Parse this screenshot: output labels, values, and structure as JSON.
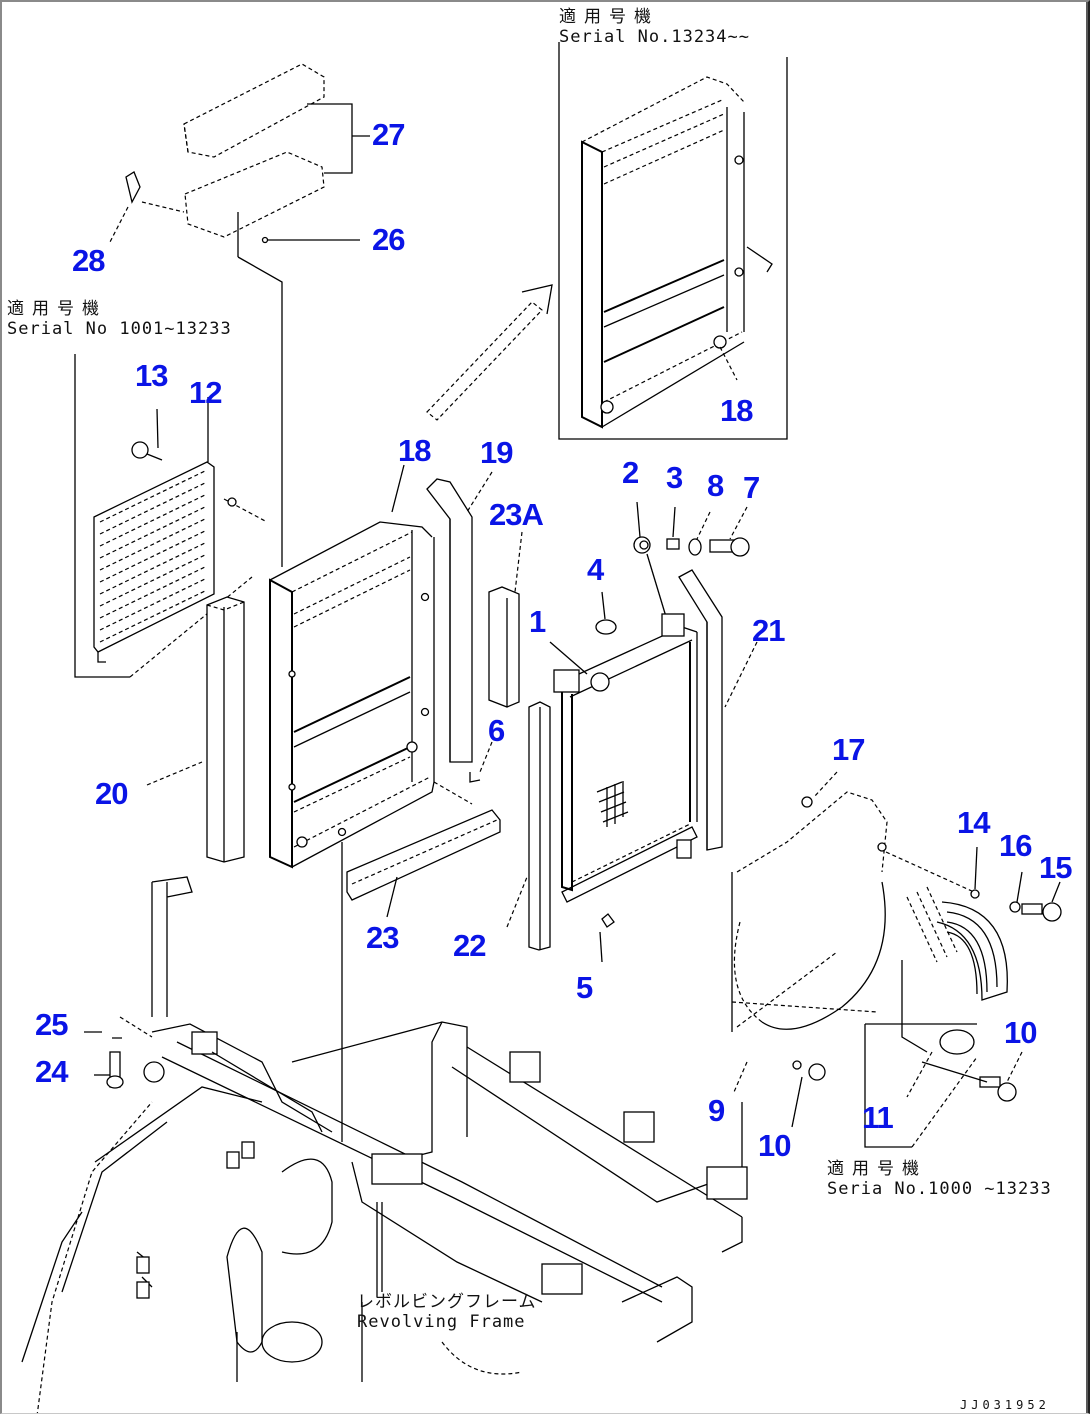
{
  "diagram": {
    "title": "Radiator, oil cooler and related parts exploded view",
    "document_id": "JJ031952",
    "colors": {
      "callout": "#0a14e6",
      "line": "#000000",
      "background": "#ffffff"
    },
    "applicability_notes": [
      {
        "id": "note-top-right",
        "japanese": "適用号機",
        "serial": "Serial No.13234~~"
      },
      {
        "id": "note-left",
        "japanese": "適用号機",
        "serial": "Serial No 1001~13233"
      },
      {
        "id": "note-bottom-right",
        "japanese": "適用号機",
        "serial": "Seria  No.1000 ~13233"
      }
    ],
    "frame_label": {
      "japanese": "レボルビングフレーム",
      "english": "Revolving Frame"
    },
    "callouts": [
      {
        "label": "27"
      },
      {
        "label": "26"
      },
      {
        "label": "28"
      },
      {
        "label": "13"
      },
      {
        "label": "12"
      },
      {
        "label": "18"
      },
      {
        "label": "19"
      },
      {
        "label": "23A"
      },
      {
        "label": "2"
      },
      {
        "label": "3"
      },
      {
        "label": "8"
      },
      {
        "label": "7"
      },
      {
        "label": "4"
      },
      {
        "label": "1"
      },
      {
        "label": "21"
      },
      {
        "label": "6"
      },
      {
        "label": "20"
      },
      {
        "label": "17"
      },
      {
        "label": "14"
      },
      {
        "label": "16"
      },
      {
        "label": "15"
      },
      {
        "label": "23"
      },
      {
        "label": "22"
      },
      {
        "label": "5"
      },
      {
        "label": "10"
      },
      {
        "label": "25"
      },
      {
        "label": "24"
      },
      {
        "label": "9"
      },
      {
        "label": "10"
      },
      {
        "label": "11"
      },
      {
        "label": "18"
      }
    ]
  }
}
